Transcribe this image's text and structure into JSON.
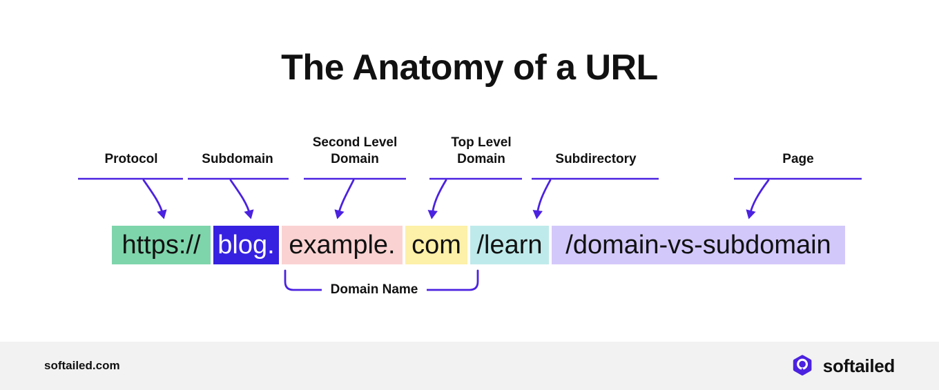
{
  "title": "The Anatomy of a URL",
  "accent_color": "#4b22e0",
  "callouts": [
    {
      "name": "protocol",
      "label": "Protocol"
    },
    {
      "name": "subdomain",
      "label": "Subdomain"
    },
    {
      "name": "second-level-domain",
      "label": "Second Level\nDomain"
    },
    {
      "name": "top-level-domain",
      "label": "Top Level\nDomain"
    },
    {
      "name": "subdirectory",
      "label": "Subdirectory"
    },
    {
      "name": "page",
      "label": "Page"
    }
  ],
  "url_segments": [
    {
      "name": "protocol",
      "text": "https://",
      "bg": "#7ed5ab",
      "fg": "#111111"
    },
    {
      "name": "subdomain",
      "text": "blog.",
      "bg": "#3621e0",
      "fg": "#ffffff"
    },
    {
      "name": "second-level-domain",
      "text": "example.",
      "bg": "#fbd2d2",
      "fg": "#111111"
    },
    {
      "name": "top-level-domain",
      "text": "com",
      "bg": "#fdf0a8",
      "fg": "#111111"
    },
    {
      "name": "subdirectory",
      "text": "/learn",
      "bg": "#bfeaeb",
      "fg": "#111111"
    },
    {
      "name": "page",
      "text": "/domain-vs-subdomain",
      "bg": "#d3c8fa",
      "fg": "#111111"
    }
  ],
  "bracket": {
    "label": "Domain Name"
  },
  "footer": {
    "site": "softailed.com",
    "brand": "softailed",
    "logo_icon": "softailed-hexagon-search-logo",
    "logo_color": "#4b22e0",
    "background": "#f2f2f2"
  }
}
